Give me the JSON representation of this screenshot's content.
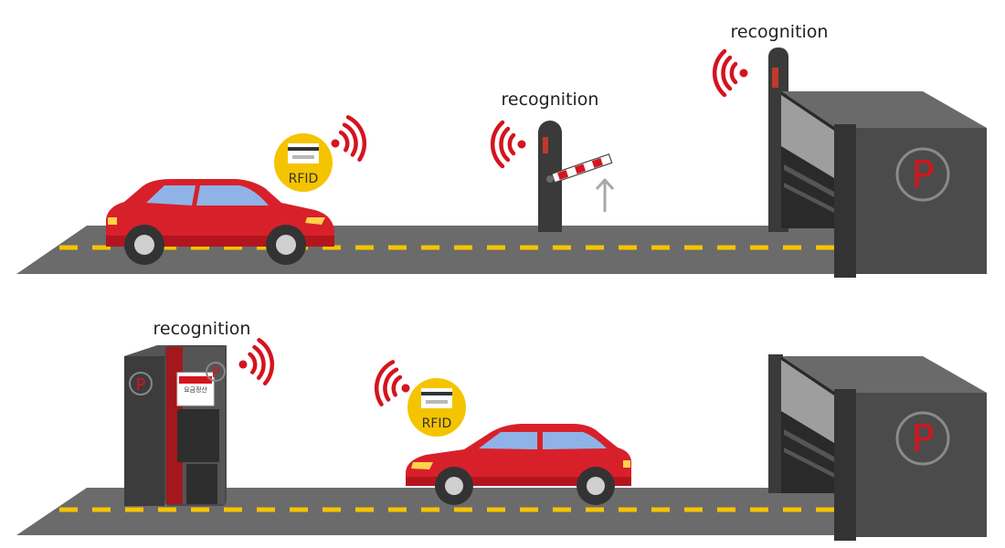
{
  "labels": {
    "barrier_recognition": "recognition",
    "garage_top_recognition": "recognition",
    "kiosk_recognition": "recognition"
  },
  "rfid": {
    "top_card": "RFID",
    "bottom_card": "RFID"
  },
  "signs": {
    "garage_top": "P",
    "garage_bottom": "P",
    "kiosk_left": "P",
    "kiosk_right": "P"
  },
  "kiosk": {
    "panel_text": "요금정산"
  },
  "colors": {
    "road": "#6b6b6b",
    "lane_marking": "#f5c400",
    "car_body": "#d8202a",
    "car_window": "#8fb3e6",
    "signal": "#d5141e",
    "rfid_badge": "#f5c400",
    "garage_dark": "#4a4a4a",
    "garage_shutter": "#9e9e9e",
    "parking_sign": "#d5141e"
  },
  "icons": [
    "wifi-signal-icon",
    "rfid-card-icon",
    "parking-sign-icon",
    "up-arrow-icon"
  ]
}
